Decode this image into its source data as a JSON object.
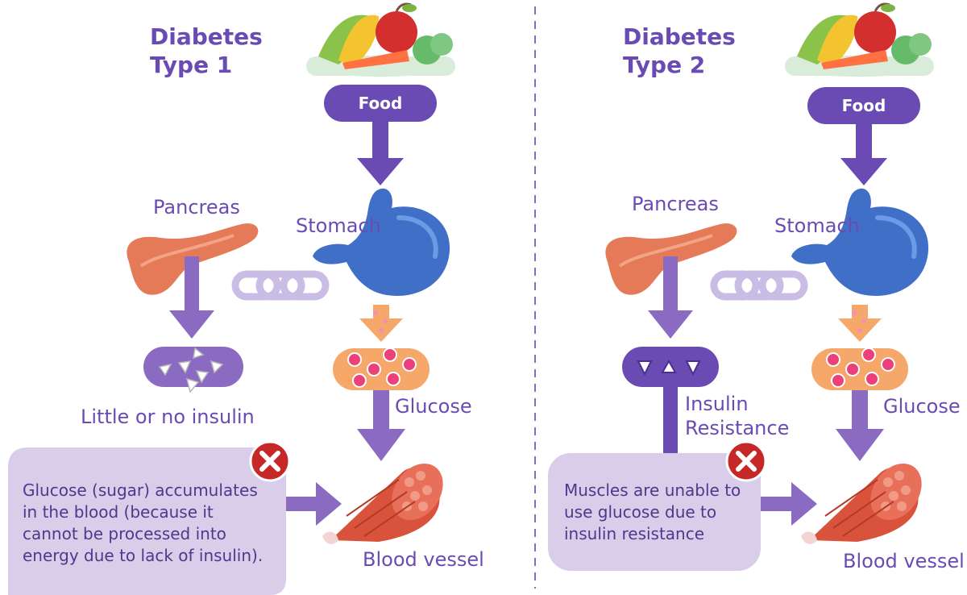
{
  "panels": [
    {
      "title_line1": "Diabetes",
      "title_line2": "Type 1",
      "food_label": "Food",
      "stomach_label": "Stomach",
      "pancreas_label": "Pancreas",
      "insulin_label": "Little or no insulin",
      "glucose_label": "Glucose",
      "blood_vessel_label": "Blood vessel",
      "callout_lines": [
        "Glucose (sugar) accumulates",
        "in the blood (because it",
        "cannot be processed into",
        "energy due to lack of insulin)."
      ]
    },
    {
      "title_line1": "Diabetes",
      "title_line2": "Type 2",
      "food_label": "Food",
      "stomach_label": "Stomach",
      "pancreas_label": "Pancreas",
      "insulin_label_line1": "Insulin",
      "insulin_label_line2": "Resistance",
      "glucose_label": "Glucose",
      "blood_vessel_label": "Blood vessel",
      "callout_lines": [
        "Muscles are unable to",
        "use glucose due to",
        "insulin resistance"
      ]
    }
  ],
  "colors": {
    "purple_dark": "#6a4bb3",
    "purple_arrow": "#8b6bc2",
    "lavender": "#d9cdea",
    "orange": "#f6a76a",
    "red_x": "#c62828"
  }
}
